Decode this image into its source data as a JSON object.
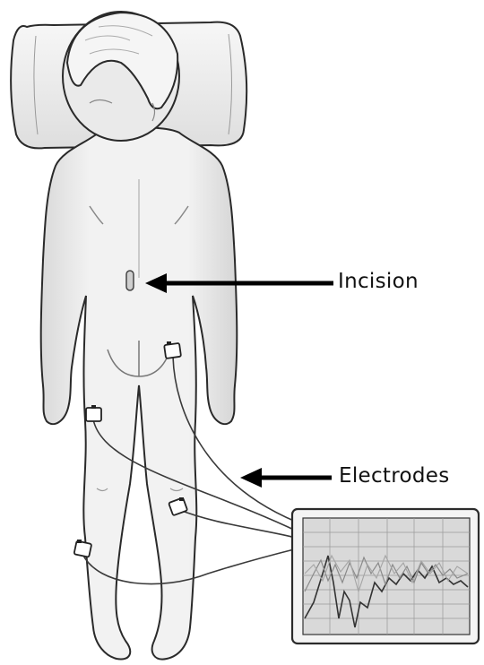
{
  "labels": {
    "incision": "Incision",
    "electrodes": "Electrodes"
  },
  "colors": {
    "outline": "#2a2a2a",
    "skin": "#f2f2f2",
    "pillow": "#f0f0f0",
    "arrow": "#000000",
    "monitor_frame": "#2b2b2b",
    "monitor_screen": "#d9d9d9"
  },
  "icons": {
    "incision_arrow": "arrow-left",
    "electrodes_arrow": "arrow-left"
  }
}
